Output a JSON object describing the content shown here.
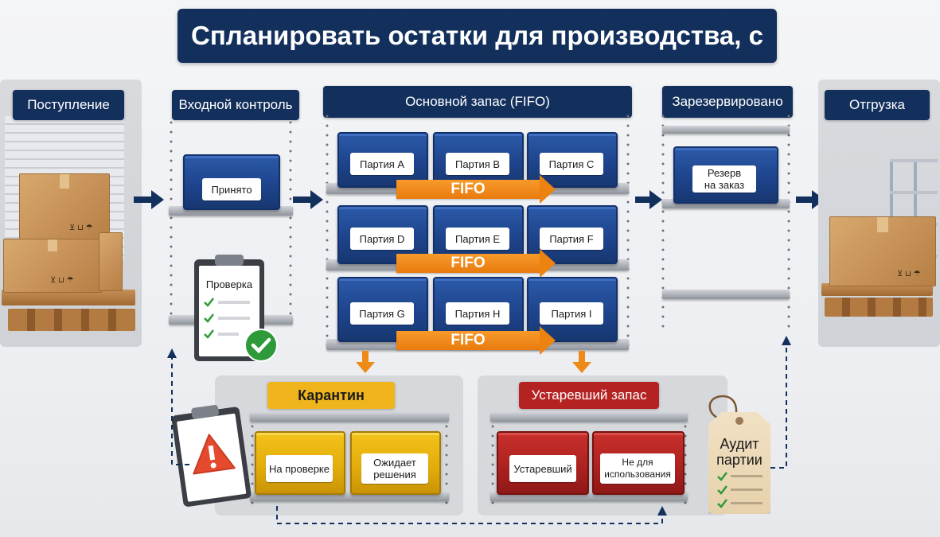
{
  "title": "Спланировать остатки для производства, с",
  "stages": {
    "receiving": "Поступление",
    "inspection": "Входной контроль",
    "main_stock": "Основной запас (FIFO)",
    "reserved": "Зарезервировано",
    "shipping": "Отгрузка"
  },
  "inspection": {
    "bin_label": "Принято",
    "checklist_title": "Проверка"
  },
  "main_stock": {
    "rows": [
      [
        "Партия A",
        "Партия B",
        "Партия C"
      ],
      [
        "Партия D",
        "Партия E",
        "Партия F"
      ],
      [
        "Партия G",
        "Партия H",
        "Партия I"
      ]
    ],
    "fifo_label": "FIFO"
  },
  "reserved": {
    "bin_label_line1": "Резерв",
    "bin_label_line2": "на заказ"
  },
  "quarantine": {
    "title": "Карантин",
    "bin1": "На проверке",
    "bin2_line1": "Ожидает",
    "bin2_line2": "решения"
  },
  "obsolete": {
    "title": "Устаревший запас",
    "bin1": "Устаревший",
    "bin2_line1": "Не для",
    "bin2_line2": "использования"
  },
  "audit": {
    "line1": "Аудит",
    "line2": "партии"
  },
  "box_marks": "⊻ ⊔ ☂",
  "colors": {
    "navy": "#13305d",
    "bin_blue": "#1e448d",
    "fifo_orange": "#ee8a17",
    "quarantine_yellow": "#f0b51c",
    "obsolete_red": "#b42322",
    "check_green": "#2e9a3a"
  }
}
